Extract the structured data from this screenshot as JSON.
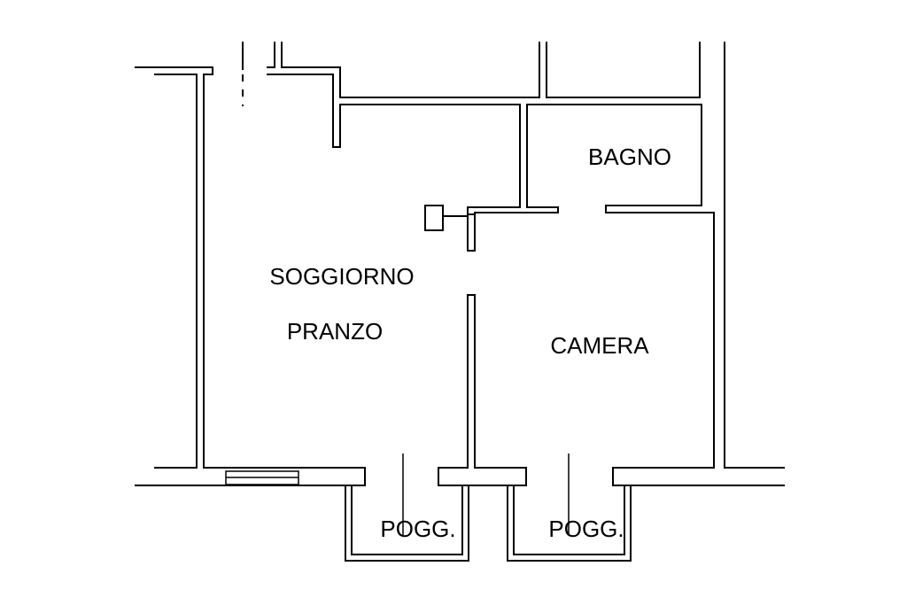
{
  "rooms": {
    "soggiorno": "SOGGIORNO",
    "pranzo": "PRANZO",
    "bagno": "BAGNO",
    "camera": "CAMERA",
    "poggiolo_left": "POGG.",
    "poggiolo_right": "POGG."
  },
  "colors": {
    "line": "#000000",
    "background": "#ffffff"
  }
}
